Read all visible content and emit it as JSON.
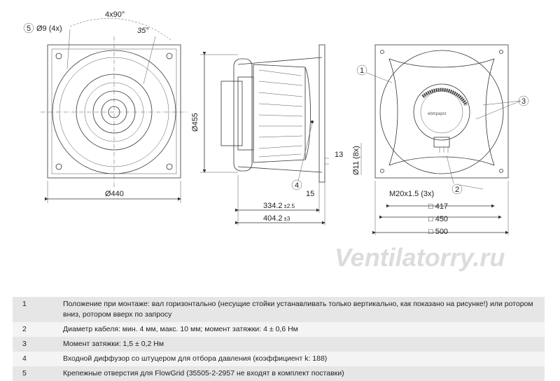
{
  "drawing": {
    "front": {
      "callout": "5",
      "holes": "Ø9 (4x)",
      "pitch": "4x90°",
      "angle": "35°",
      "width": "Ø440",
      "height": "Ø455"
    },
    "side": {
      "callout": "4",
      "flange": "13",
      "lip": "15",
      "depth_a": "334.2",
      "depth_a_tol": "±2.5",
      "depth_b": "404.2",
      "depth_b_tol": "±3"
    },
    "rear": {
      "callout_1": "1",
      "callout_2": "2",
      "callout_3": "3",
      "holes": "Ø11 (8x)",
      "gland": "M20x1.5 (3x)",
      "sq_417": "□ 417",
      "sq_450": "□ 450",
      "sq_500": "□ 500",
      "label": "ebmpapst"
    },
    "watermark": "Ventilatorry.ru"
  },
  "legend": [
    {
      "num": "1",
      "text": "Положение при монтаже: вал горизонтально (несущие стойки устанавливать только вертикально, как показано на рисунке!) или ротором вниз, ротором вверх по запросу"
    },
    {
      "num": "2",
      "text": "Диаметр кабеля: мин. 4 мм, макс. 10 мм; момент затяжки: 4 ± 0,6 Нм"
    },
    {
      "num": "3",
      "text": "Момент затяжки: 1,5 ± 0,2 Нм"
    },
    {
      "num": "4",
      "text": "Входной диффузор со штуцером для отбора давления (коэффициент k: 188)"
    },
    {
      "num": "5",
      "text": "Крепежные отверстия для FlowGrid (35505-2-2957 не входят в комплект поставки)"
    }
  ]
}
